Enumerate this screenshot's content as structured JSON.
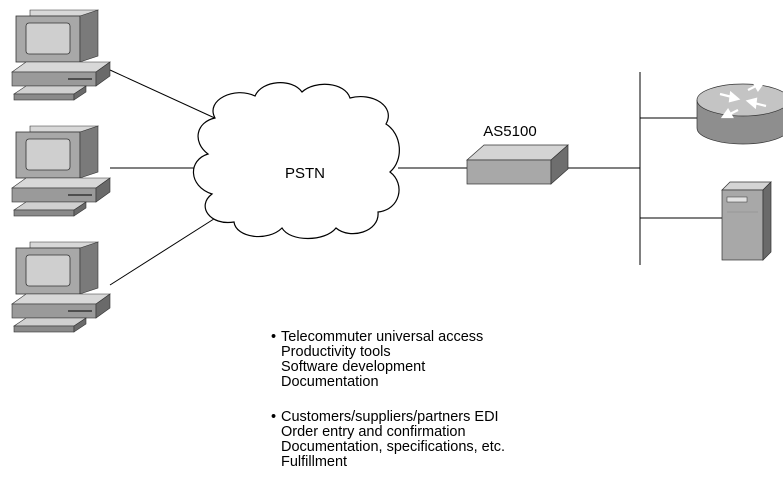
{
  "network": {
    "cloud_label": "PSTN",
    "access_server_label": "AS5100"
  },
  "bullets": [
    {
      "heading": "Telecommuter universal access",
      "items": [
        "Productivity tools",
        "Software development",
        "Documentation"
      ]
    },
    {
      "heading": "Customers/suppliers/partners EDI",
      "items": [
        "Order entry and confirmation",
        "Documentation, specifications, etc.",
        "Fulfillment"
      ]
    }
  ],
  "colors": {
    "device_gray": "#a8a8a8",
    "device_dark": "#6a6a6a",
    "screen": "#cfcfcf",
    "line": "#000000"
  },
  "icons": [
    "pc-icon",
    "pc-icon",
    "pc-icon",
    "cloud-icon",
    "access-server-icon",
    "router-icon",
    "server-icon"
  ]
}
